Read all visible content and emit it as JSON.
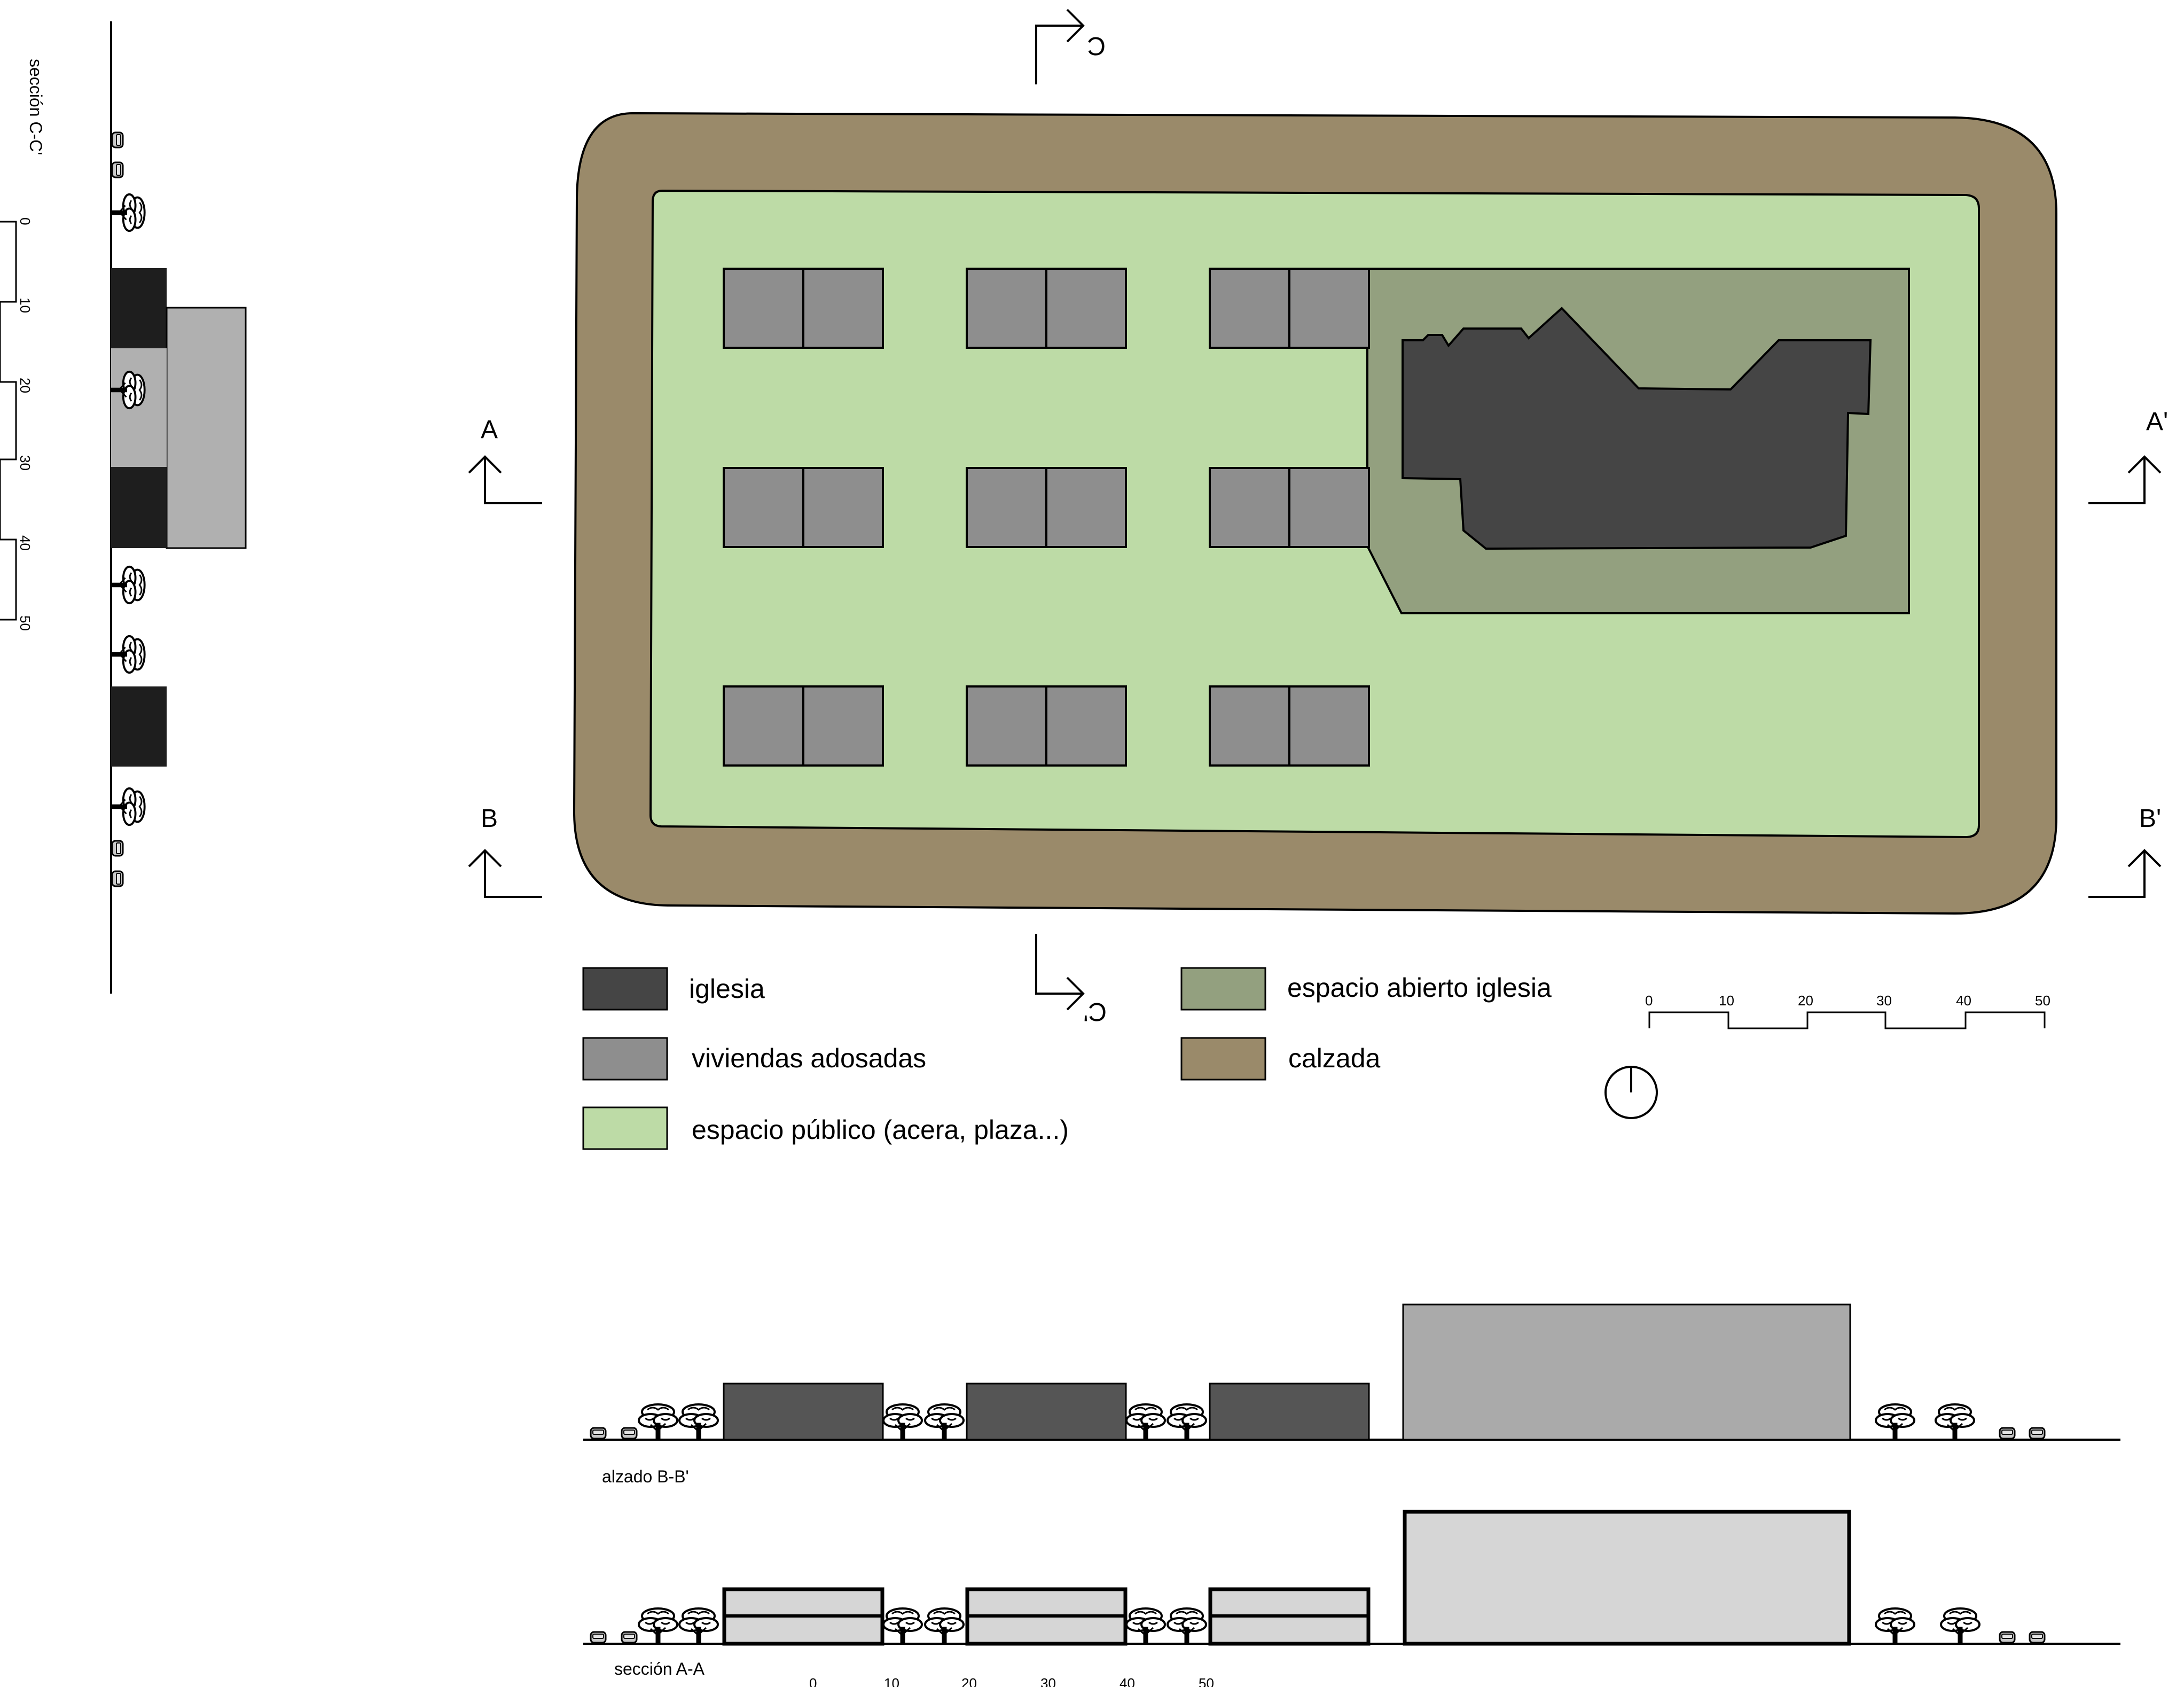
{
  "section_marks": {
    "a": "A",
    "a_prime": "A'",
    "b": "B",
    "b_prime": "B'",
    "c": "C",
    "c_prime": "C'"
  },
  "section_labels": {
    "cc": "sección C-C'",
    "bb": "alzado B-B'",
    "aa": "sección A-A"
  },
  "legend": [
    {
      "label": "iglesia",
      "color": "#454545"
    },
    {
      "label": "viviendas adosadas",
      "color": "#8e8e8e"
    },
    {
      "label": "espacio público (acera, plaza...)",
      "color": "#bddba6"
    },
    {
      "label": "espacio abierto iglesia",
      "color": "#93a07f"
    },
    {
      "label": "calzada",
      "color": "#9a8a6a"
    }
  ],
  "scale_ticks": [
    "0",
    "10",
    "20",
    "30",
    "40",
    "50"
  ],
  "colors": {
    "road": "#9a8a6a",
    "public_space": "#bddba6",
    "church_open_space": "#93a07f",
    "church": "#454545",
    "housing": "#8e8e8e",
    "elevation_housing": "#555555",
    "elevation_church": "#aaaaaa",
    "section_fill": "#d6d6d6",
    "cc_dark": "#1e1e1e",
    "cc_light": "#b0b0b0"
  },
  "icons": {
    "north": "north-arrow-icon",
    "tree": "tree-icon",
    "car": "car-icon"
  }
}
